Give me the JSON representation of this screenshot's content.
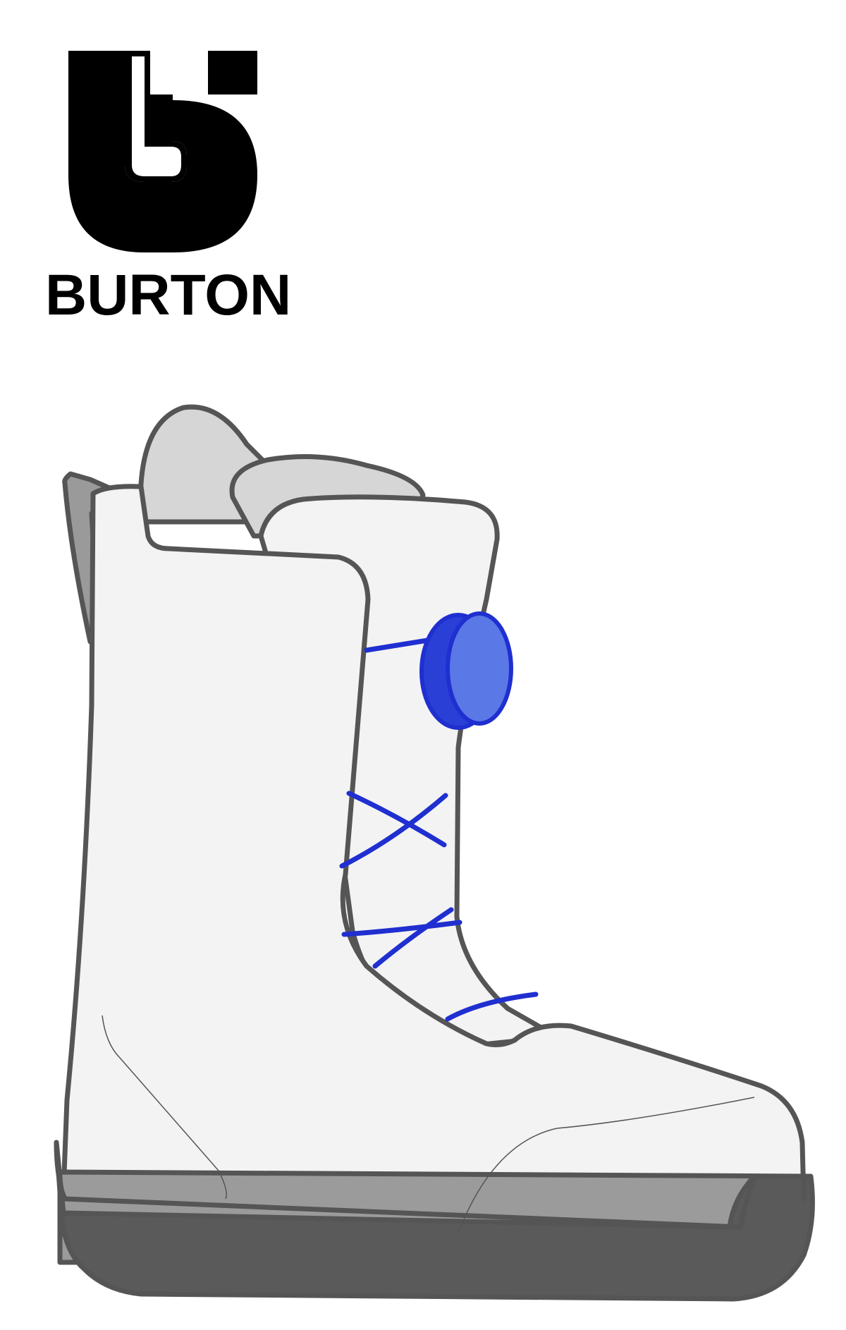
{
  "brand": {
    "name": "BURTON",
    "logo": "burton-b-mark"
  },
  "illustration": {
    "subject": "snowboard-boot",
    "lacing": "dial-lacing-system",
    "colors": {
      "outline": "#555555",
      "shell": "#f3f3f3",
      "liner": "#d6d6d6",
      "pull_tab": "#9a9a9a",
      "sole_upper": "#9b9b9b",
      "sole_lower": "#5a5a5a",
      "laces": "#1f2fd0",
      "dial_face": "#5a78e6",
      "dial_rim": "#2a3fd6"
    }
  }
}
